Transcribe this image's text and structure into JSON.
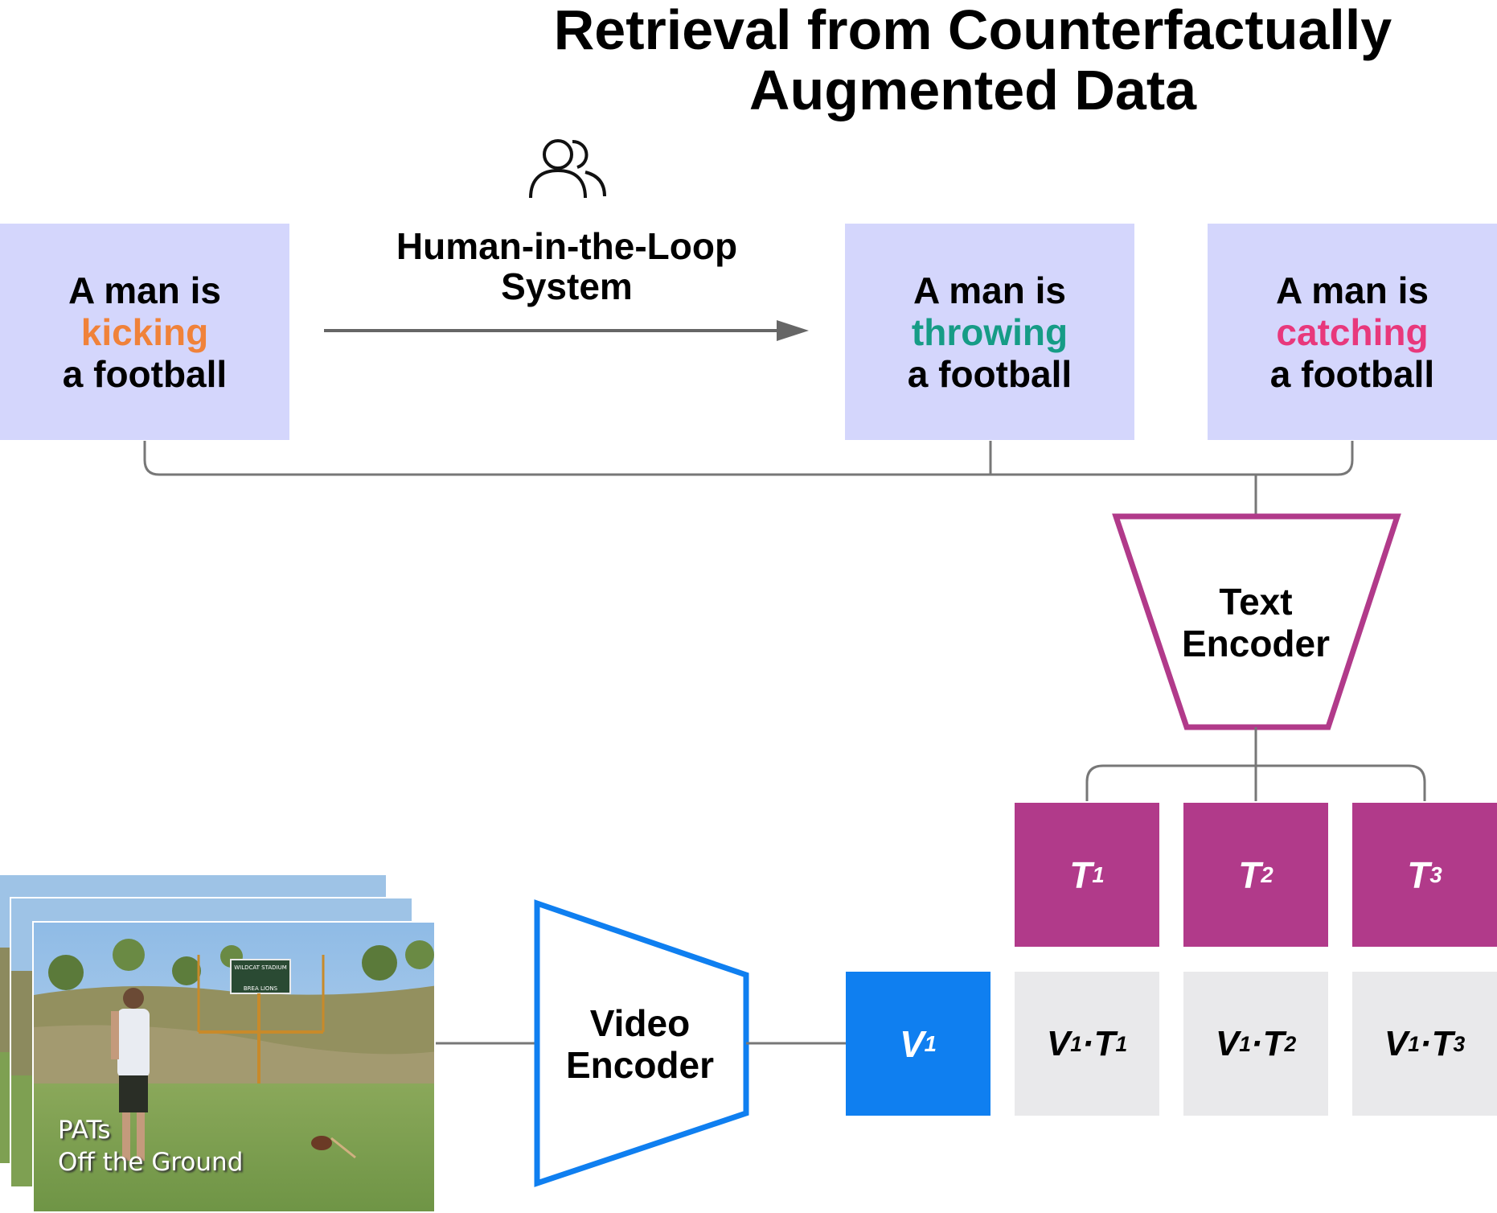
{
  "title": {
    "line1": "Retrieval from Counterfactually",
    "line2": "Augmented Data"
  },
  "hitl": {
    "icon": "users-icon",
    "line1": "Human-in-the-Loop",
    "line2": "System"
  },
  "captions": [
    {
      "prefix": "A man is",
      "verb": "kicking",
      "suffix": "a football",
      "verb_color": "#f0823a"
    },
    {
      "prefix": "A man is",
      "verb": "throwing",
      "suffix": "a football",
      "verb_color": "#169c86"
    },
    {
      "prefix": "A man is",
      "verb": "catching",
      "suffix": "a football",
      "verb_color": "#e8387c"
    }
  ],
  "text_encoder": {
    "line1": "Text",
    "line2": "Encoder",
    "color": "#b13a8a"
  },
  "video_encoder": {
    "line1": "Video",
    "line2": "Encoder",
    "color": "#0f7ff0"
  },
  "text_embeddings": [
    {
      "base": "T",
      "sub": "1"
    },
    {
      "base": "T",
      "sub": "2"
    },
    {
      "base": "T",
      "sub": "3"
    }
  ],
  "video_embedding": {
    "base": "V",
    "sub": "1"
  },
  "scores": [
    {
      "v": "V",
      "vsub": "1",
      "dot": "·",
      "t": "T",
      "tsub": "1"
    },
    {
      "v": "V",
      "vsub": "1",
      "dot": "·",
      "t": "T",
      "tsub": "2"
    },
    {
      "v": "V",
      "vsub": "1",
      "dot": "·",
      "t": "T",
      "tsub": "3"
    }
  ],
  "video_frame": {
    "overlay_line1": "PATs",
    "overlay_line2": "Off the Ground",
    "scoreboard_line1": "WILDCAT  STADIUM",
    "scoreboard_line2": "BREA    LIONS"
  }
}
